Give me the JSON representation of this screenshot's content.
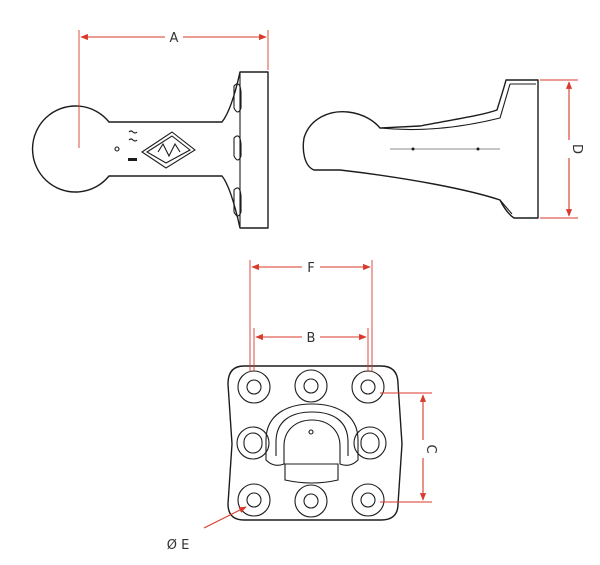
{
  "colors": {
    "line": "#1c1c1c",
    "dimension": "#d93a2b",
    "label": "#333333",
    "background": "#ffffff"
  },
  "labels": {
    "A": "A",
    "B": "B",
    "C": "C",
    "D": "D",
    "E": "Ø E",
    "F": "F"
  }
}
